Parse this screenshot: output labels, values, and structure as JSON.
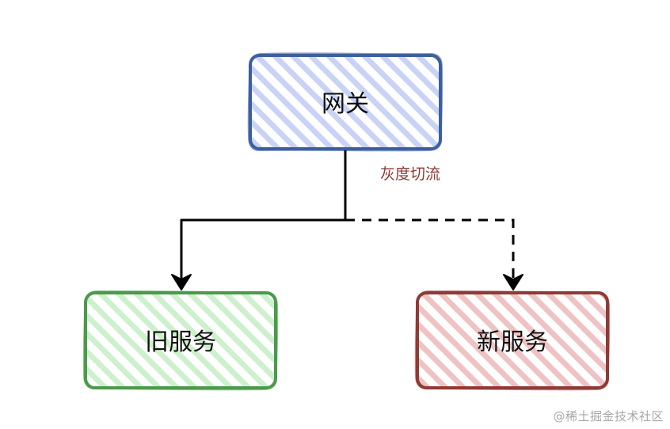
{
  "nodes": {
    "gateway": {
      "label": "网关",
      "stroke": "#3d5f9d",
      "hatch": "#c8d3f6"
    },
    "old_service": {
      "label": "旧服务",
      "stroke": "#4b9a4b",
      "hatch": "#cdf0cd"
    },
    "new_service": {
      "label": "新服务",
      "stroke": "#8f3b35",
      "hatch": "#efc3c3"
    }
  },
  "edges": {
    "to_old": {
      "style": "solid",
      "color": "#000000"
    },
    "to_new": {
      "style": "dashed",
      "color": "#000000"
    },
    "label": {
      "text": "灰度切流",
      "color": "#8a3a33"
    }
  },
  "watermark": "@稀土掘金技术社区"
}
